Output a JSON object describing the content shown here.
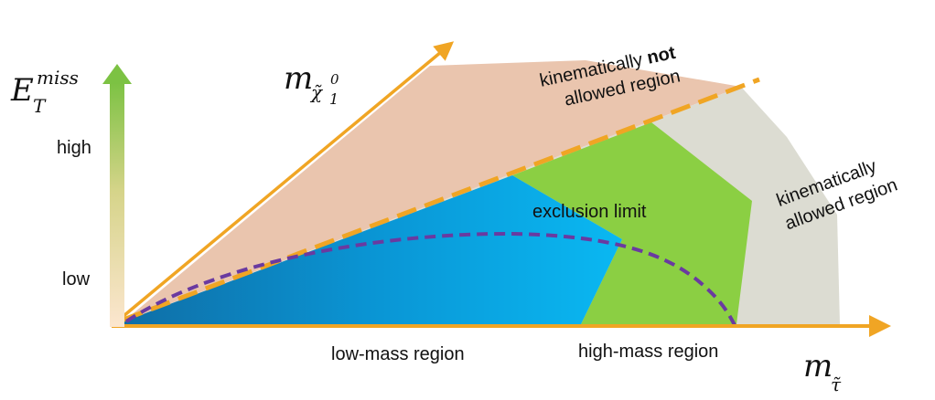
{
  "energy_axis": {
    "symbol": "E",
    "sub": "T",
    "sup": "miss",
    "high_label": "high",
    "low_label": "low"
  },
  "neutralino_axis": {
    "symbol": "m",
    "sub_symbol": "χ̃",
    "sub_index": "1",
    "sup_index": "0"
  },
  "stau_axis": {
    "symbol": "m",
    "sub_symbol": "τ̃"
  },
  "regions": {
    "not_allowed_line1_prefix": "kinematically ",
    "not_allowed_line1_bold": "not",
    "not_allowed_line2": "allowed region",
    "allowed_line1": "kinematically",
    "allowed_line2": "allowed region",
    "exclusion": "exclusion limit",
    "low_mass": "low-mass region",
    "high_mass": "high-mass region"
  },
  "colors": {
    "axis_orange": "#f0a524",
    "forbidden_fill": "#eac5ae",
    "allowed_fill": "#dcdcd2",
    "low_mass_blue_dark": "#0f6ea6",
    "low_mass_blue_light": "#0ab8f2",
    "high_mass_green": "#8bcf43",
    "exclusion_purple": "#6a3aa0",
    "arrow_green": "#7cc243",
    "arrow_pale": "#fce6cf"
  }
}
